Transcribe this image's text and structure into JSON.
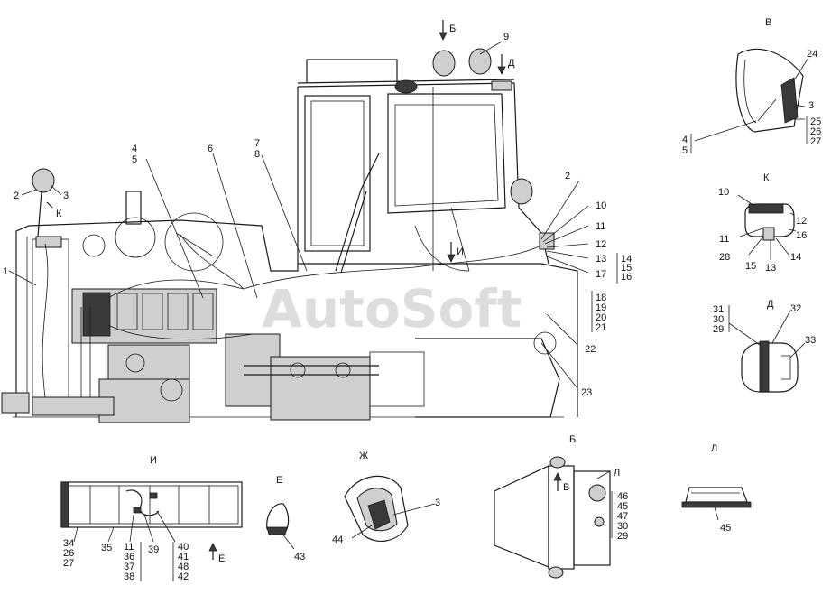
{
  "watermark": "AutoSoft",
  "views": {
    "v": "В",
    "k": "К",
    "d": "Д",
    "i": "И",
    "e": "Е",
    "zh": "Ж",
    "b": "Б",
    "l": "Л"
  },
  "arrows": {
    "b_top": "Б",
    "d_top": "Д",
    "k_main": "К",
    "i_main": "И",
    "e_small": "Е",
    "l_b": "Л",
    "v_b": "В"
  },
  "callouts_main": {
    "n1": "1",
    "n2a": "2",
    "n3a": "3",
    "n4": "4",
    "n5": "5",
    "n6": "6",
    "n7": "7",
    "n8": "8",
    "n9": "9",
    "n2b": "2",
    "n10": "10",
    "n11": "11",
    "n12": "12",
    "n13": "13",
    "n14": "14",
    "n15": "15",
    "n16": "16",
    "n17": "17",
    "n18": "18",
    "n19": "19",
    "n20": "20",
    "n21": "21",
    "n22": "22",
    "n23": "23"
  },
  "callouts_v": {
    "n24": "24",
    "n3": "3",
    "n25": "25",
    "n26": "26",
    "n27": "27",
    "n4": "4",
    "n5": "5"
  },
  "callouts_k": {
    "n10": "10",
    "n12": "12",
    "n11": "11",
    "n16": "16",
    "n28": "28",
    "n15": "15",
    "n13": "13",
    "n14": "14"
  },
  "callouts_d": {
    "n31": "31",
    "n30": "30",
    "n29": "29",
    "n32": "32",
    "n33": "33"
  },
  "callouts_i": {
    "n34": "34",
    "n26": "26",
    "n27": "27",
    "n35": "35",
    "n11": "11",
    "n36": "36",
    "n37": "37",
    "n38": "38",
    "n39": "39",
    "n40": "40",
    "n41": "41",
    "n48": "48",
    "n42": "42"
  },
  "callouts_e": {
    "n43": "43"
  },
  "callouts_zh": {
    "n3": "3",
    "n44": "44"
  },
  "callouts_b": {
    "n46": "46",
    "n45": "45",
    "n47": "47",
    "n30": "30",
    "n29": "29"
  },
  "callouts_l": {
    "n45": "45"
  }
}
